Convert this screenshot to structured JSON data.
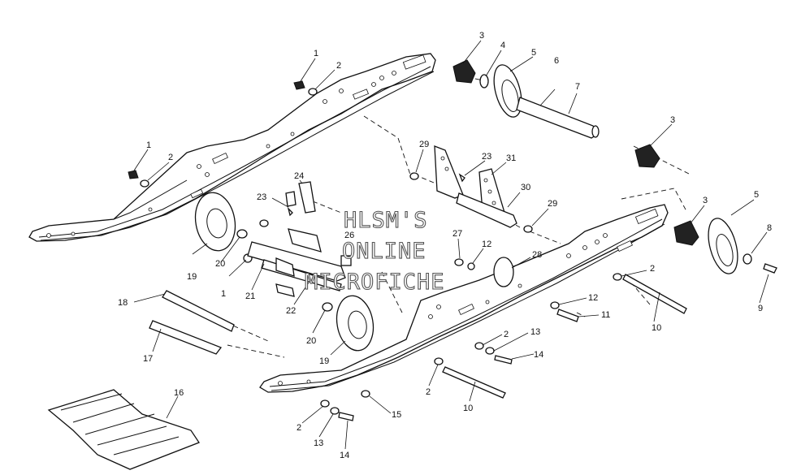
{
  "watermark": {
    "line1": "HLSM'S",
    "line2": "ONLINE",
    "line3": "MICROFICHE"
  },
  "callouts": [
    {
      "id": "c1a",
      "label": "1"
    },
    {
      "id": "c2a",
      "label": "2"
    },
    {
      "id": "c1b",
      "label": "1"
    },
    {
      "id": "c2b",
      "label": "2"
    },
    {
      "id": "c3a",
      "label": "3"
    },
    {
      "id": "c4",
      "label": "4"
    },
    {
      "id": "c5a",
      "label": "5"
    },
    {
      "id": "c6",
      "label": "6"
    },
    {
      "id": "c7",
      "label": "7"
    },
    {
      "id": "c3b",
      "label": "3"
    },
    {
      "id": "c29a",
      "label": "29"
    },
    {
      "id": "c23a",
      "label": "23"
    },
    {
      "id": "c31",
      "label": "31"
    },
    {
      "id": "c30",
      "label": "30"
    },
    {
      "id": "c29b",
      "label": "29"
    },
    {
      "id": "c24",
      "label": "24"
    },
    {
      "id": "c23b",
      "label": "23"
    },
    {
      "id": "c26",
      "label": "26"
    },
    {
      "id": "c3c",
      "label": "3"
    },
    {
      "id": "c5b",
      "label": "5"
    },
    {
      "id": "c8",
      "label": "8"
    },
    {
      "id": "c9",
      "label": "9"
    },
    {
      "id": "c27",
      "label": "27"
    },
    {
      "id": "c12a",
      "label": "12"
    },
    {
      "id": "c28",
      "label": "28"
    },
    {
      "id": "c2c",
      "label": "2"
    },
    {
      "id": "c12b",
      "label": "12"
    },
    {
      "id": "c11",
      "label": "11"
    },
    {
      "id": "c10a",
      "label": "10"
    },
    {
      "id": "c19a",
      "label": "19"
    },
    {
      "id": "c20a",
      "label": "20"
    },
    {
      "id": "c1c",
      "label": "1"
    },
    {
      "id": "c21",
      "label": "21"
    },
    {
      "id": "c18",
      "label": "18"
    },
    {
      "id": "c22",
      "label": "22"
    },
    {
      "id": "c20b",
      "label": "20"
    },
    {
      "id": "c19b",
      "label": "19"
    },
    {
      "id": "c17",
      "label": "17"
    },
    {
      "id": "c2d",
      "label": "2"
    },
    {
      "id": "c13a",
      "label": "13"
    },
    {
      "id": "c14a",
      "label": "14"
    },
    {
      "id": "c2e",
      "label": "2"
    },
    {
      "id": "c10b",
      "label": "10"
    },
    {
      "id": "c15",
      "label": "15"
    },
    {
      "id": "c16",
      "label": "16"
    },
    {
      "id": "c2f",
      "label": "2"
    },
    {
      "id": "c13b",
      "label": "13"
    },
    {
      "id": "c14b",
      "label": "14"
    }
  ]
}
